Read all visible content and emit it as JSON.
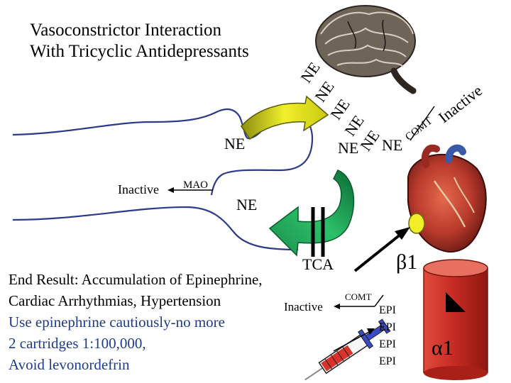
{
  "title": {
    "line1": "Vasoconstrictor Interaction",
    "line2": "With Tricyclic Antidepressants"
  },
  "labels": {
    "ne": "NE",
    "inactive": "Inactive",
    "mao": "MAO",
    "comt": "COMT",
    "tca": "TCA",
    "beta1": "β1",
    "alpha1": "α1",
    "epi": "EPI"
  },
  "result": {
    "line1": "End Result: Accumulation of Epinephrine,",
    "line2": "Cardiac Arrhythmias, Hypertension",
    "line3": "Use epinephrine cautiously-no more",
    "line4": "2 cartridges 1:100,000,",
    "line5": "Avoid levonordefrin"
  },
  "colors": {
    "neuron_line": "#2b3a8a",
    "yellow_arrow": "#e6e61e",
    "green_arrow": "#1fae5a",
    "vessel_red": "#c8302a",
    "blue_text": "#1f3c8c"
  },
  "icons": [
    "brain-icon",
    "heart-icon",
    "syringe-icon",
    "blood-vessel-icon"
  ]
}
